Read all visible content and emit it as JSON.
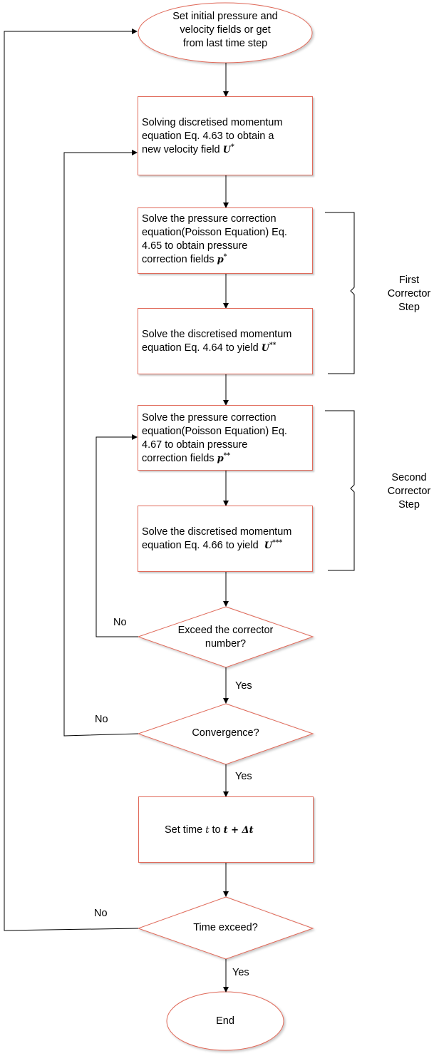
{
  "start": {
    "line1": "Set initial pressure and",
    "line2": "velocity fields or get",
    "line3": "from last time step"
  },
  "momentum": {
    "line1": "Solving discretised momentum",
    "line2": "equation Eq. 4.63 to obtain a",
    "line3_text": "new velocity field",
    "var": "U",
    "sup": "*"
  },
  "pressure1": {
    "line1": "Solve the pressure correction",
    "line2": "equation(Poisson Equation) Eq.",
    "line3": "4.65 to obtain pressure",
    "line4_text": "correction fields",
    "var": "p",
    "sup": "*"
  },
  "momentum1": {
    "line1": "Solve the discretised momentum",
    "line2_text": "equation Eq. 4.64 to yield",
    "var": "U",
    "sup": "**"
  },
  "pressure2": {
    "line1": "Solve the pressure correction",
    "line2": "equation(Poisson Equation) Eq.",
    "line3": "4.67 to obtain pressure",
    "line4_text": "correction fields",
    "var": "p",
    "sup": "**"
  },
  "momentum2": {
    "line1": "Solve the discretised momentum",
    "line2_text": "equation Eq. 4.66 to yield",
    "var": "U",
    "sup": "***"
  },
  "decision_corrector": {
    "line1": "Exceed the corrector",
    "line2": "number?",
    "yes": "Yes",
    "no": "No"
  },
  "decision_convergence": {
    "text": "Convergence?",
    "yes": "Yes",
    "no": "No"
  },
  "set_time": {
    "text": "Set time",
    "var_t": "t",
    "to": "to",
    "expr": "t + Δt"
  },
  "decision_time": {
    "text": "Time exceed?",
    "yes": "Yes",
    "no": "No"
  },
  "end": {
    "text": "End"
  },
  "braces": {
    "first": [
      "First",
      "Corrector",
      "Step"
    ],
    "second": [
      "Second",
      "Corrector",
      "Step"
    ]
  },
  "colors": {
    "node_border": "#e06a5a",
    "line": "#000000",
    "background": "#ffffff"
  }
}
